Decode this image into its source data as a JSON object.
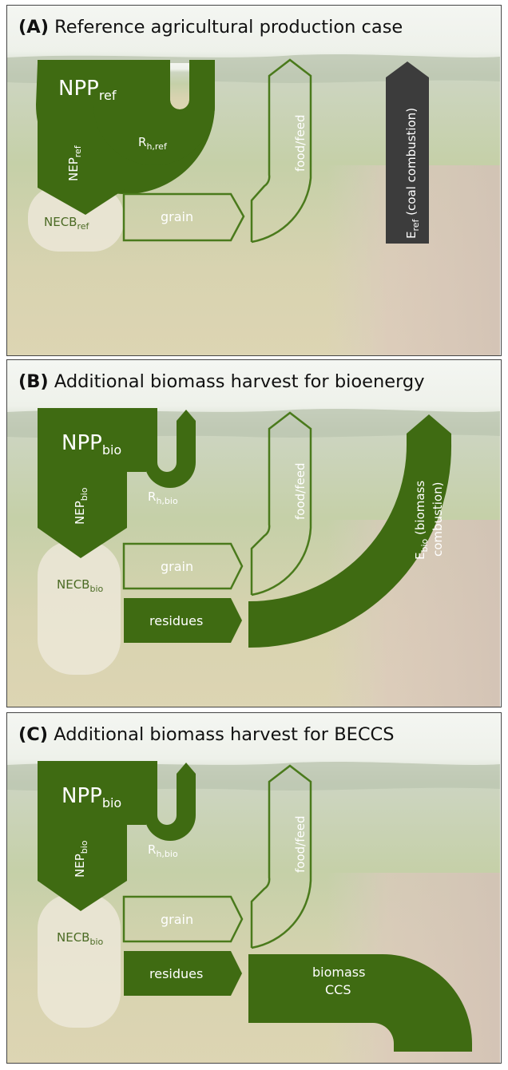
{
  "panels": [
    {
      "id": "A",
      "label": "(A)",
      "title": "Reference agricultural production case",
      "npp_main": "NPP",
      "npp_sub": "ref",
      "rh_main": "R",
      "rh_sub": "h,ref",
      "nep_main": "NEP",
      "nep_sub": "ref",
      "necb_main": "NECB",
      "necb_sub": "ref",
      "grain": "grain",
      "food_feed": "food/feed",
      "energy_main": "E",
      "energy_sub": "ref",
      "energy_rest": " (coal combustion)"
    },
    {
      "id": "B",
      "label": "(B)",
      "title": "Additional biomass harvest for bioenergy",
      "npp_main": "NPP",
      "npp_sub": "bio",
      "rh_main": "R",
      "rh_sub": "h,bio",
      "nep_main": "NEP",
      "nep_sub": "bio",
      "necb_main": "NECB",
      "necb_sub": "bio",
      "grain": "grain",
      "residues": "residues",
      "food_feed": "food/feed",
      "energy_main": "E",
      "energy_sub": "bio",
      "energy_rest_1": " (biomass",
      "energy_rest_2": "combustion)"
    },
    {
      "id": "C",
      "label": "(C)",
      "title": "Additional biomass harvest for BECCS",
      "npp_main": "NPP",
      "npp_sub": "bio",
      "rh_main": "R",
      "rh_sub": "h,bio",
      "nep_main": "NEP",
      "nep_sub": "bio",
      "necb_main": "NECB",
      "necb_sub": "bio",
      "grain": "grain",
      "residues": "residues",
      "food_feed": "food/feed",
      "ccs_1": "biomass",
      "ccs_2": "CCS"
    }
  ],
  "colors": {
    "flow_green": "#3f6b12",
    "outline_green": "#4a7a1c",
    "energy_dark": "#3c3c3c",
    "necb_fill": "#ece8d8"
  }
}
